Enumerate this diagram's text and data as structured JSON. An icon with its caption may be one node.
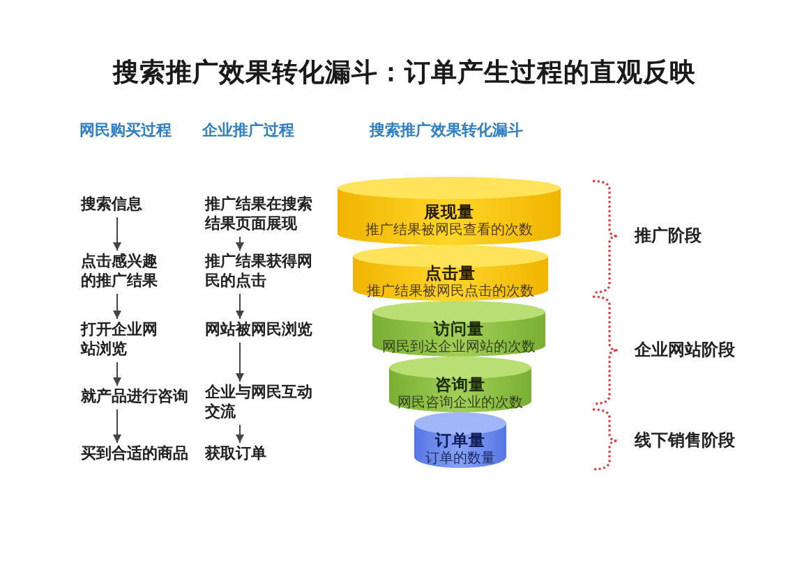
{
  "diagram": {
    "title": "搜索推广效果转化漏斗：订单产生过程的直观反映",
    "nodes": [
      {
        "text": [
          "搜索信息"
        ]
      },
      {
        "text": [
          "点击感兴趣的推广结果"
        ]
      },
      {
        "text": [
          "打开企业网站浏览"
        ]
      },
      {
        "text": [
          "就产品进行咨询"
        ]
      },
      {
        "text": [
          "买到合适的商品"
        ]
      },
      {
        "text": [
          "推广结果在搜索结果页面展现"
        ]
      },
      {
        "text": [
          "推广结果获得网民的点击"
        ]
      },
      {
        "text": [
          "网站被网民浏览"
        ]
      },
      {
        "text": [
          "企业与网民互动交流"
        ]
      },
      {
        "text": [
          "获取订单"
        ]
      },
      {
        "text": [
          "展现量",
          "推广结果被网民查看的次数"
        ]
      },
      {
        "text": [
          "点击量",
          "推广结果被网民点击的次数"
        ]
      },
      {
        "text": [
          "访问量",
          "网民到达企业网站的次数"
        ]
      },
      {
        "text": [
          "咨询量",
          "网民咨询企业的次数"
        ]
      },
      {
        "text": [
          "订单量",
          "订单的数量"
        ]
      }
    ],
    "edges": [
      {
        "from": 0,
        "to": 1,
        "arrow": "to"
      },
      {
        "from": 1,
        "to": 2,
        "arrow": "to"
      },
      {
        "from": 2,
        "to": 3,
        "arrow": "to"
      },
      {
        "from": 3,
        "to": 4,
        "arrow": "to"
      },
      {
        "from": 5,
        "to": 6,
        "arrow": "to"
      },
      {
        "from": 6,
        "to": 7,
        "arrow": "to"
      },
      {
        "from": 7,
        "to": 8,
        "arrow": "to"
      },
      {
        "from": 8,
        "to": 9,
        "arrow": "to"
      }
    ],
    "labels": [
      "网民购买过程",
      "企业推广过程",
      "搜索推广效果转化漏斗",
      "推广阶段",
      "企业网站阶段",
      "线下销售阶段"
    ]
  }
}
